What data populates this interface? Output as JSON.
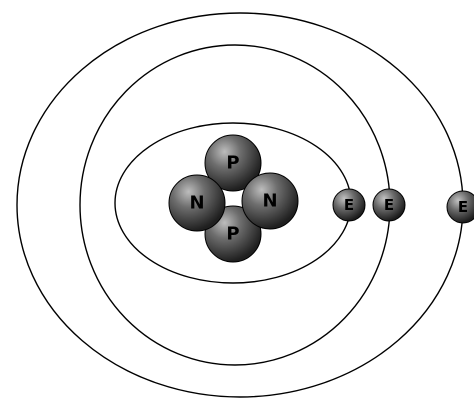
{
  "diagram": {
    "nucleus": {
      "protons": [
        {
          "label": "P"
        },
        {
          "label": "P"
        }
      ],
      "neutrons": [
        {
          "label": "N"
        },
        {
          "label": "N"
        }
      ]
    },
    "electrons": [
      {
        "label": "E"
      },
      {
        "label": "E"
      },
      {
        "label": "E"
      }
    ],
    "colors": {
      "particle": "#4a4a4a",
      "electron": "#555555",
      "outline": "#000000",
      "background": "#ffffff"
    }
  }
}
